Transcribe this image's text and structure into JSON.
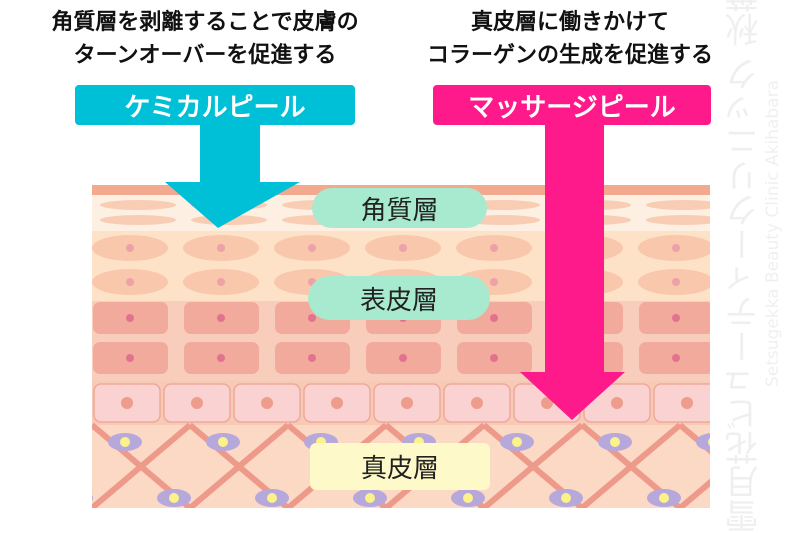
{
  "left_heading": [
    "角質層を剥離することで皮膚の",
    "ターンオーバーを促進する"
  ],
  "right_heading": [
    "真皮層に働きかけて",
    "コラーゲンの生成を促進する"
  ],
  "left_tag": {
    "label": "ケミカルピール",
    "color": "#00c0d8"
  },
  "right_tag": {
    "label": "マッサージピール",
    "color": "#ff1a8c"
  },
  "layers": {
    "corneum": "角質層",
    "epidermis": "表皮層",
    "dermis": "真皮層"
  },
  "watermark": {
    "jp": "雪月花ビューティークリニック 秋葉原",
    "en": "Setsugekka Beauty Clinic Akihabara"
  }
}
